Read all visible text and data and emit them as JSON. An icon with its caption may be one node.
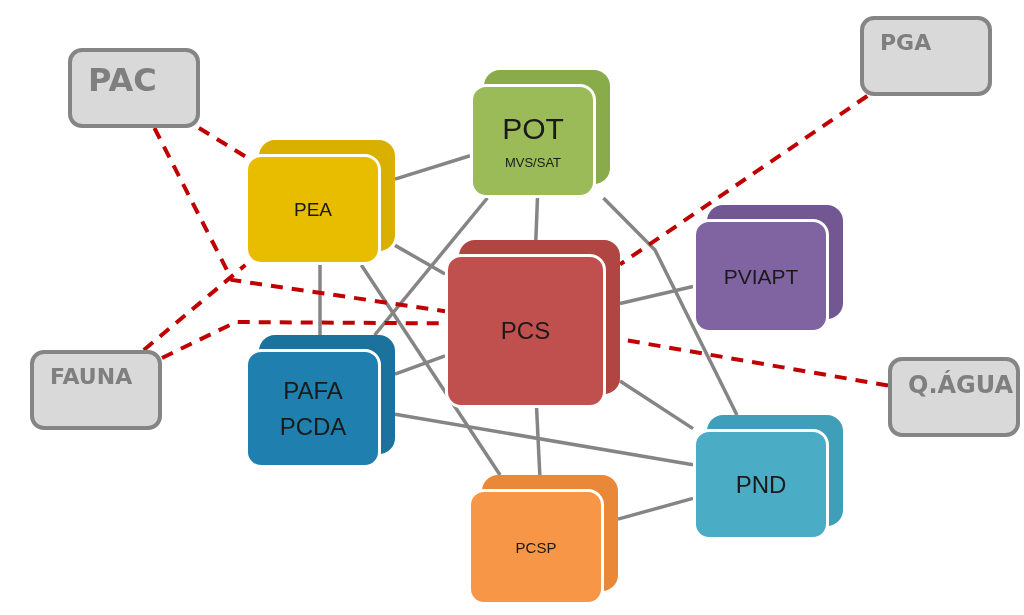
{
  "diagram": {
    "nodes": [
      {
        "text": [
          "PAC"
        ]
      },
      {
        "text": [
          "PGA"
        ]
      },
      {
        "text": [
          "POT",
          "MVS/SAT"
        ]
      },
      {
        "text": [
          "PEA"
        ]
      },
      {
        "text": [
          "PVIAPT"
        ]
      },
      {
        "text": [
          "FAUNA"
        ]
      },
      {
        "text": [
          "PCS"
        ]
      },
      {
        "text": [
          "PAFA",
          "PCDA"
        ]
      },
      {
        "text": [
          "Q.ÁGUA"
        ]
      },
      {
        "text": [
          "PND"
        ]
      },
      {
        "text": [
          "PCSP"
        ]
      }
    ],
    "edges": [
      {
        "from": 3,
        "to": 2,
        "arrow": "none"
      },
      {
        "from": 3,
        "to": 6,
        "arrow": "none"
      },
      {
        "from": 3,
        "to": 7,
        "arrow": "none"
      },
      {
        "from": 3,
        "to": 10,
        "arrow": "none"
      },
      {
        "from": 2,
        "to": 7,
        "arrow": "none"
      },
      {
        "from": 2,
        "to": 6,
        "arrow": "none"
      },
      {
        "from": 2,
        "to": 9,
        "arrow": "none"
      },
      {
        "from": 6,
        "to": 4,
        "arrow": "none"
      },
      {
        "from": 6,
        "to": 7,
        "arrow": "none"
      },
      {
        "from": 6,
        "to": 10,
        "arrow": "none"
      },
      {
        "from": 6,
        "to": 9,
        "arrow": "none"
      },
      {
        "from": 7,
        "to": 9,
        "arrow": "none"
      },
      {
        "from": 10,
        "to": 9,
        "arrow": "none"
      },
      {
        "from": 0,
        "to": 3,
        "arrow": "none",
        "style": "dashed",
        "color": "#c00000"
      },
      {
        "from": 0,
        "to": 6,
        "arrow": "none",
        "style": "dashed",
        "color": "#c00000"
      },
      {
        "from": 5,
        "to": 3,
        "arrow": "none",
        "style": "dashed",
        "color": "#c00000"
      },
      {
        "from": 5,
        "to": 6,
        "arrow": "none",
        "style": "dashed",
        "color": "#c00000"
      },
      {
        "from": 1,
        "to": 6,
        "arrow": "none",
        "style": "dashed",
        "color": "#c00000"
      },
      {
        "from": 8,
        "to": 6,
        "arrow": "none",
        "style": "dashed",
        "color": "#c00000"
      }
    ]
  }
}
